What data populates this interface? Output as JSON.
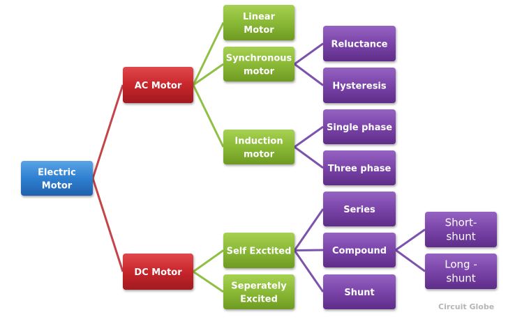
{
  "colors": {
    "root": "#2f7fd0",
    "level1": "#c8262c",
    "level2": "#8ab936",
    "level3": "#7a44a8",
    "root_link": "#c4444a",
    "green_link": "#8fbf45",
    "purple_link": "#7d52ad"
  },
  "nodes": {
    "electric_motor": {
      "lines": [
        "Electric",
        "Motor"
      ]
    },
    "ac_motor": {
      "lines": [
        "AC Motor"
      ]
    },
    "dc_motor": {
      "lines": [
        "DC Motor"
      ]
    },
    "linear_motor": {
      "lines": [
        "Linear",
        "Motor"
      ]
    },
    "synchronous_motor": {
      "lines": [
        "Synchronous",
        "motor"
      ]
    },
    "induction_motor": {
      "lines": [
        "Induction",
        "motor"
      ]
    },
    "self_excited": {
      "lines": [
        "Self Exctited"
      ]
    },
    "separately_excited": {
      "lines": [
        "Seperately",
        "Excited"
      ]
    },
    "reluctance": {
      "lines": [
        "Reluctance"
      ]
    },
    "hysteresis": {
      "lines": [
        "Hysteresis"
      ]
    },
    "single_phase": {
      "lines": [
        "Single phase"
      ]
    },
    "three_phase": {
      "lines": [
        "Three phase"
      ]
    },
    "series": {
      "lines": [
        "Series"
      ]
    },
    "compound": {
      "lines": [
        "Compound"
      ]
    },
    "shunt": {
      "lines": [
        "Shunt"
      ]
    },
    "short_shunt": {
      "lines": [
        "Short-",
        "shunt"
      ]
    },
    "long_shunt": {
      "lines": [
        "Long -",
        "shunt"
      ]
    }
  },
  "edges": [
    [
      "electric_motor",
      "ac_motor"
    ],
    [
      "electric_motor",
      "dc_motor"
    ],
    [
      "ac_motor",
      "linear_motor"
    ],
    [
      "ac_motor",
      "synchronous_motor"
    ],
    [
      "ac_motor",
      "induction_motor"
    ],
    [
      "dc_motor",
      "self_excited"
    ],
    [
      "dc_motor",
      "separately_excited"
    ],
    [
      "synchronous_motor",
      "reluctance"
    ],
    [
      "synchronous_motor",
      "hysteresis"
    ],
    [
      "induction_motor",
      "single_phase"
    ],
    [
      "induction_motor",
      "three_phase"
    ],
    [
      "self_excited",
      "series"
    ],
    [
      "self_excited",
      "compound"
    ],
    [
      "self_excited",
      "shunt"
    ],
    [
      "compound",
      "short_shunt"
    ],
    [
      "compound",
      "long_shunt"
    ]
  ],
  "watermark": "Circuit Globe"
}
